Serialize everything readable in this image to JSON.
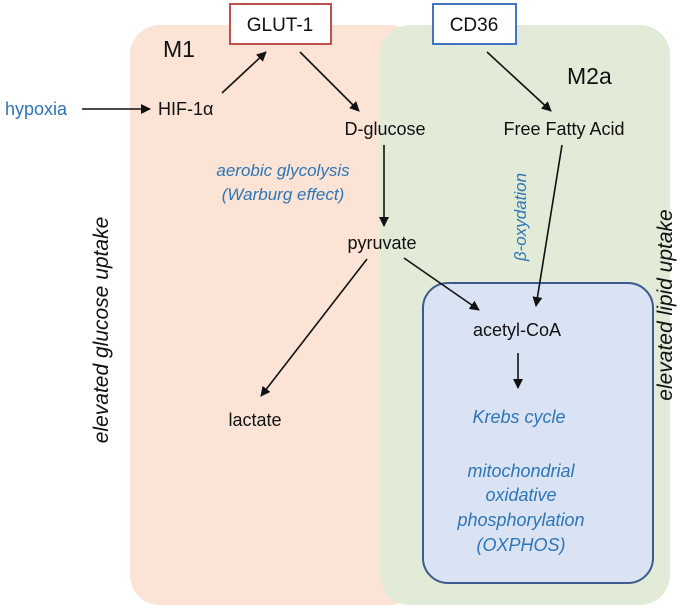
{
  "panels": {
    "m1": {
      "label": "M1",
      "color": "#FBE4D5"
    },
    "m2a": {
      "label": "M2a",
      "color": "#E2EBD8"
    },
    "mitochondria_color": "#DAE3F3"
  },
  "boxes": {
    "glut1": {
      "label": "GLUT-1",
      "border_color": "#C0504D"
    },
    "cd36": {
      "label": "CD36",
      "border_color": "#4472C4"
    }
  },
  "nodes": {
    "hypoxia": "hypoxia",
    "hif1a": "HIF-1α",
    "dglucose": "D-glucose",
    "ffa": "Free Fatty Acid",
    "pyruvate": "pyruvate",
    "lactate": "lactate",
    "acetylcoa": "acetyl-CoA"
  },
  "annotations": {
    "aerobic_glycolysis": "aerobic glycolysis",
    "warburg": "(Warburg effect)",
    "beta_oxidation": "β-oxydation",
    "krebs": "Krebs cycle",
    "oxphos_line1": "mitochondrial",
    "oxphos_line2": "oxidative",
    "oxphos_line3": "phosphorylation",
    "oxphos_line4": "(OXPHOS)"
  },
  "side_labels": {
    "left": "elevated glucose uptake",
    "right": "elevated lipid uptake"
  },
  "colors": {
    "accent_text": "#2E75B6",
    "text": "#111111",
    "arrow": "#111111"
  }
}
